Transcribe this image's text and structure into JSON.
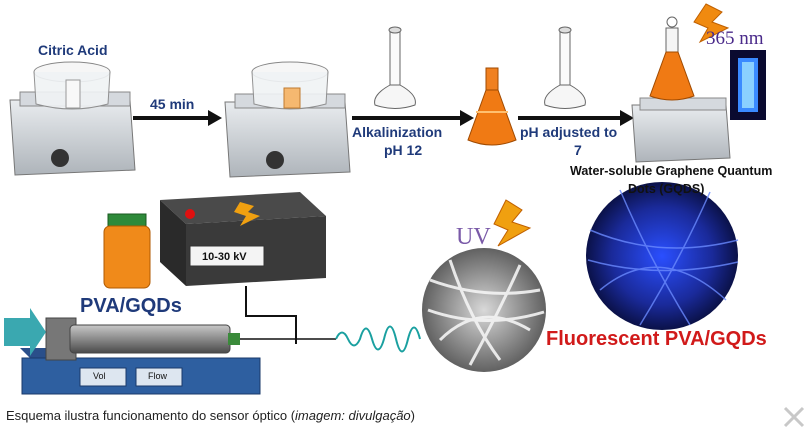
{
  "diagram": {
    "citric_acid": "Citric Acid",
    "time": "45 min",
    "alkalinization": "Alkalinization",
    "ph12": "pH 12",
    "ph_adjusted": "pH adjusted to",
    "ph7": "7",
    "wavelength": "365 nm",
    "gqd_line1": "Water-soluble Graphene Quantum",
    "gqd_line2": "Dots (GQDS)",
    "voltage": "10-30 kV",
    "pva_gqds": "PVA/GQDs",
    "uv": "UV",
    "fluorescent": "Fluorescent PVA/GQDs",
    "pump_vol": "Vol",
    "pump_flow": "Flow"
  },
  "caption": {
    "main": "Esquema ilustra funcionamento do sensor óptico (",
    "credit": "imagem: divulgação",
    "end": ")"
  },
  "colors": {
    "orange": "#f07a14",
    "dark_blue": "#1f3a7a",
    "red": "#d11a1a",
    "uv_purple": "#7a5aa8",
    "nm_purple": "#4a2a8a"
  },
  "icons": {
    "close": "close-icon"
  }
}
